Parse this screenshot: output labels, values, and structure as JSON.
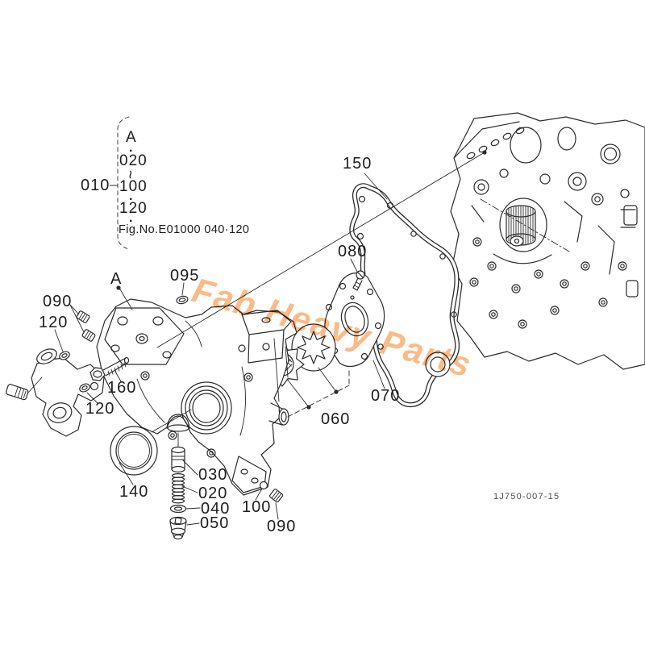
{
  "diagram": {
    "watermark": "Fab Heavy Parts",
    "drawing_number": "1J750-007-15",
    "view_label": "A",
    "colors": {
      "line": "#2b2b2b",
      "watermark": "#f5913e"
    },
    "reference_box": {
      "part_label": "010",
      "items": [
        "A",
        "·",
        "020",
        "~",
        "100",
        "·",
        "120",
        "·"
      ],
      "fig_no": "Fig.No.E01000  040·120"
    },
    "callouts": [
      {
        "id": "010",
        "text": "010"
      },
      {
        "id": "A",
        "text": "A"
      },
      {
        "id": "095",
        "text": "095"
      },
      {
        "id": "090-upper",
        "text": "090"
      },
      {
        "id": "120-upper",
        "text": "120"
      },
      {
        "id": "160",
        "text": "160"
      },
      {
        "id": "120-lower",
        "text": "120"
      },
      {
        "id": "140",
        "text": "140"
      },
      {
        "id": "030",
        "text": "030"
      },
      {
        "id": "020",
        "text": "020"
      },
      {
        "id": "040",
        "text": "040"
      },
      {
        "id": "050",
        "text": "050"
      },
      {
        "id": "100",
        "text": "100"
      },
      {
        "id": "090-lower",
        "text": "090"
      },
      {
        "id": "060",
        "text": "060"
      },
      {
        "id": "070",
        "text": "070"
      },
      {
        "id": "080",
        "text": "080"
      },
      {
        "id": "150",
        "text": "150"
      }
    ]
  }
}
